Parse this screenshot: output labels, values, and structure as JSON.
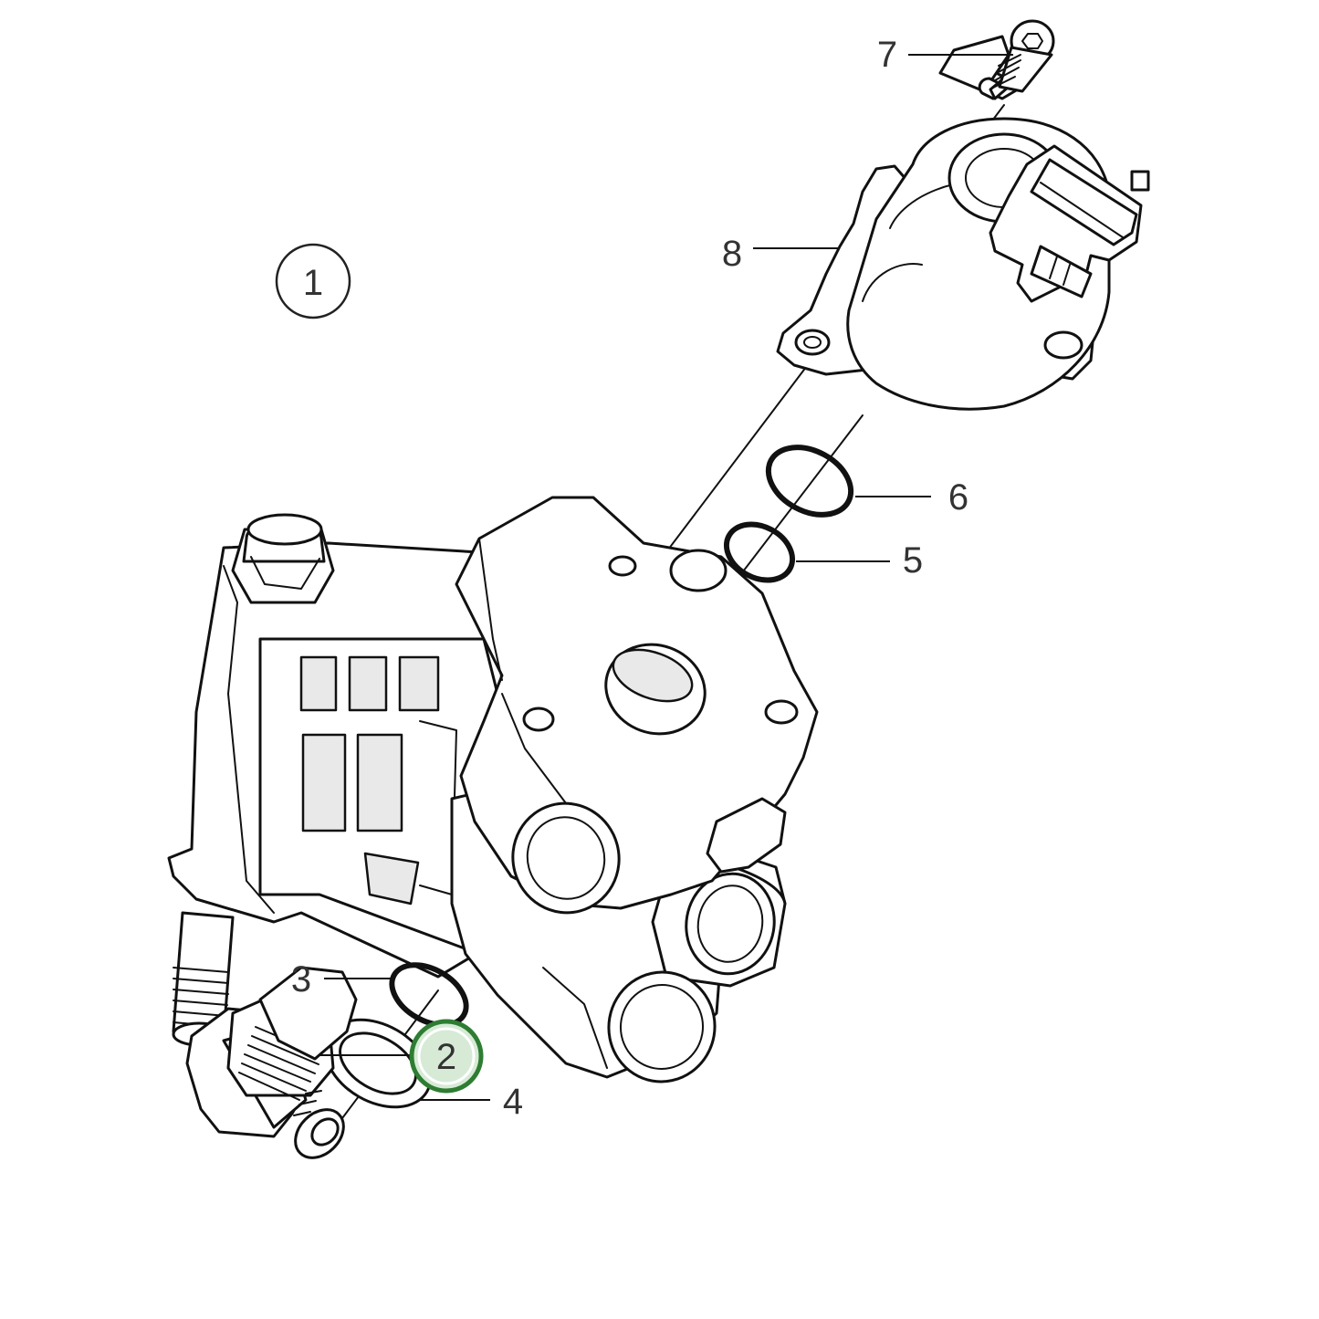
{
  "callouts": {
    "c1": "1",
    "c2": "2",
    "c3": "3",
    "c4": "4",
    "c5": "5",
    "c6": "6",
    "c7": "7",
    "c8": "8"
  },
  "highlight": {
    "selected_callout": "2",
    "ring_color": "#2e7d32",
    "fill_color": "#d6ead6"
  }
}
